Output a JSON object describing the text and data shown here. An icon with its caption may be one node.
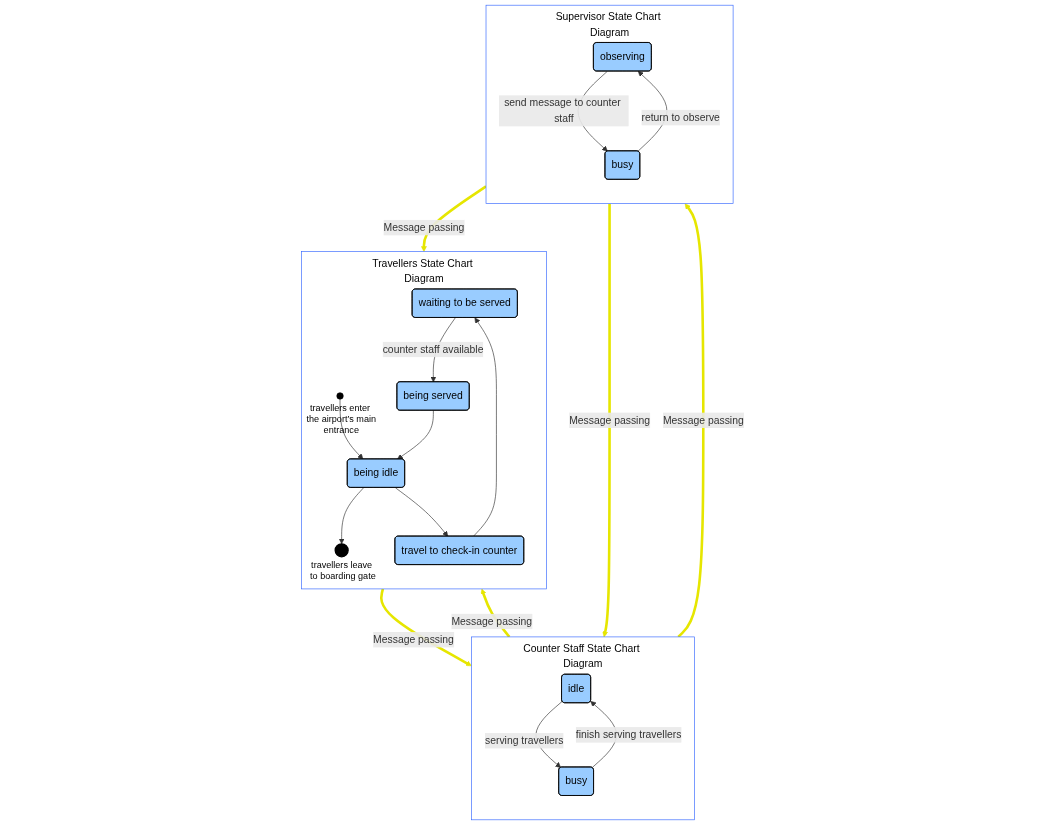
{
  "diagram": {
    "nodes": [
      {
        "text": [
          "Travellers State Chart Diagram"
        ]
      },
      {
        "text": [
          "waiting to be served"
        ],
        "in": 0
      },
      {
        "text": [
          "being served"
        ],
        "in": 0
      },
      {
        "text": [
          "travel to check-in counter"
        ],
        "in": 0
      },
      {
        "text": [
          "being idle"
        ],
        "in": 0
      },
      {
        "text": [],
        "shape": "circle",
        "in": 0,
        "beside": [
          "travellers leave to boarding gate"
        ]
      },
      {
        "text": [],
        "shape": "circle",
        "in": 0,
        "beside": [
          "travellers enter the airport’s main entrance"
        ]
      },
      {
        "text": [
          "Counter Staff State Chart Diagram"
        ]
      },
      {
        "text": [
          "idle"
        ],
        "in": 7
      },
      {
        "text": [
          "busy"
        ],
        "in": 7
      },
      {
        "text": [
          "Supervisor State Chart Diagram"
        ]
      },
      {
        "text": [
          "observing"
        ],
        "in": 10
      },
      {
        "text": [
          "busy"
        ],
        "in": 10
      }
    ],
    "edges": [
      {
        "from": 6,
        "to": 4,
        "arrow": "to"
      },
      {
        "from": 4,
        "to": 5,
        "arrow": "to"
      },
      {
        "from": 4,
        "to": 3,
        "arrow": "to"
      },
      {
        "from": 3,
        "to": 1,
        "arrow": "to"
      },
      {
        "from": 1,
        "to": 2,
        "arrow": "to",
        "label": "counter staff available"
      },
      {
        "from": 2,
        "to": 4,
        "arrow": "to"
      },
      {
        "from": 8,
        "to": 9,
        "arrow": "to",
        "label": "serving travellers"
      },
      {
        "from": 9,
        "to": 8,
        "arrow": "to",
        "label": "finish serving travellers"
      },
      {
        "from": 11,
        "to": 12,
        "arrow": "to",
        "label": "send message to counter staff"
      },
      {
        "from": 12,
        "to": 11,
        "arrow": "to",
        "label": "return to observe"
      },
      {
        "from": 0,
        "to": 7,
        "arrow": "to",
        "label": "Message passing",
        "style": "thick",
        "color": "#e6e600"
      },
      {
        "from": 7,
        "to": 0,
        "arrow": "to",
        "label": "Message passing",
        "style": "thick",
        "color": "#e6e600"
      },
      {
        "from": 10,
        "to": 0,
        "arrow": "to",
        "label": "Message passing",
        "style": "thick",
        "color": "#e6e600"
      },
      {
        "from": 7,
        "to": 10,
        "arrow": "to",
        "label": "Message passing",
        "style": "thick",
        "color": "#e6e600"
      },
      {
        "from": 10,
        "to": 7,
        "arrow": "to",
        "label": "Message passing",
        "style": "thick",
        "color": "#e6e600"
      }
    ]
  }
}
